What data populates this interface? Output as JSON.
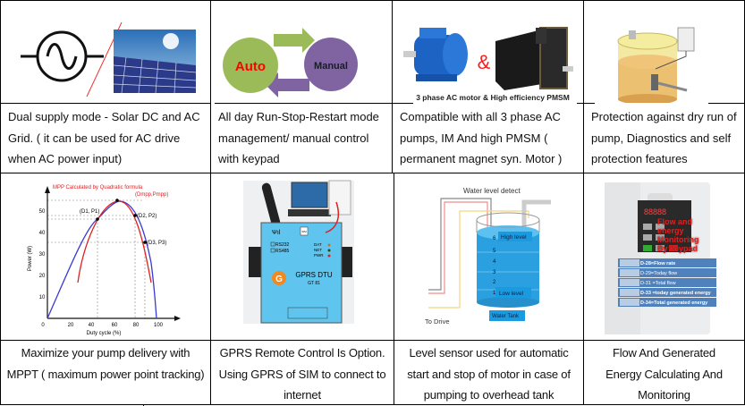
{
  "row1": [
    {
      "caption": "Dual supply mode - Solar DC and AC Grid. ( it can be used for AC drive when AC power input)"
    },
    {
      "caption": "All day Run-Stop-Restart mode management/ manual control with keypad",
      "auto": "Auto",
      "manual": "Manual"
    },
    {
      "caption": "Compatible with all 3 phase AC pumps, IM And high PMSM ( permanent magnet syn. Motor )",
      "ampersand": "&",
      "image_label": "3 phase AC motor & High efficiency PMSM"
    },
    {
      "caption": "Protection against dry run of pump, Diagnostics and self protection features"
    }
  ],
  "row2": [
    {
      "caption": "Maximize your pump delivery with MPPT ( maximum power point tracking)",
      "chart": {
        "annotation": "MPP Calculated by Quadratic formula",
        "mpp_label": "(Dmpp,Pmpp)",
        "p1": "(D1, P1)",
        "p2": "(D2, P2)",
        "p3": "(D3, P3)",
        "ylabel": "Power (W)",
        "xlabel": "Duty cycle (%)",
        "xticks": [
          "0",
          "20",
          "40",
          "60",
          "80",
          "100"
        ],
        "yticks": [
          "10",
          "20",
          "30",
          "40",
          "50"
        ]
      }
    },
    {
      "caption": "GPRS Remote Control Is Option. Using GPRS of SIM to connect to internet",
      "device_title": "GPRS DTU",
      "device_model": "GT 81",
      "ports": [
        "RS232",
        "RS485"
      ],
      "leds": [
        "DAT",
        "NET",
        "PWR"
      ],
      "sim": "SIM"
    },
    {
      "caption": "Level sensor used for automatic start and stop of motor in case of pumping to overhead tank",
      "title": "Water level detect",
      "high": "High level",
      "low": "Low level",
      "tank": "Water Tank",
      "drive": "To Drive",
      "levels": [
        "6",
        "5",
        "4",
        "3",
        "2",
        "1"
      ]
    },
    {
      "caption": "Flow And Generated Energy Calculating And Monitoring",
      "overlay": "Flow and energy Monitoring By keypad",
      "params": [
        "D-28=Flow rate",
        "D-29=Today flow",
        "D-31 =Total flow",
        "D-33 =today generated energy",
        "D-34=Total  generated energy"
      ]
    }
  ]
}
